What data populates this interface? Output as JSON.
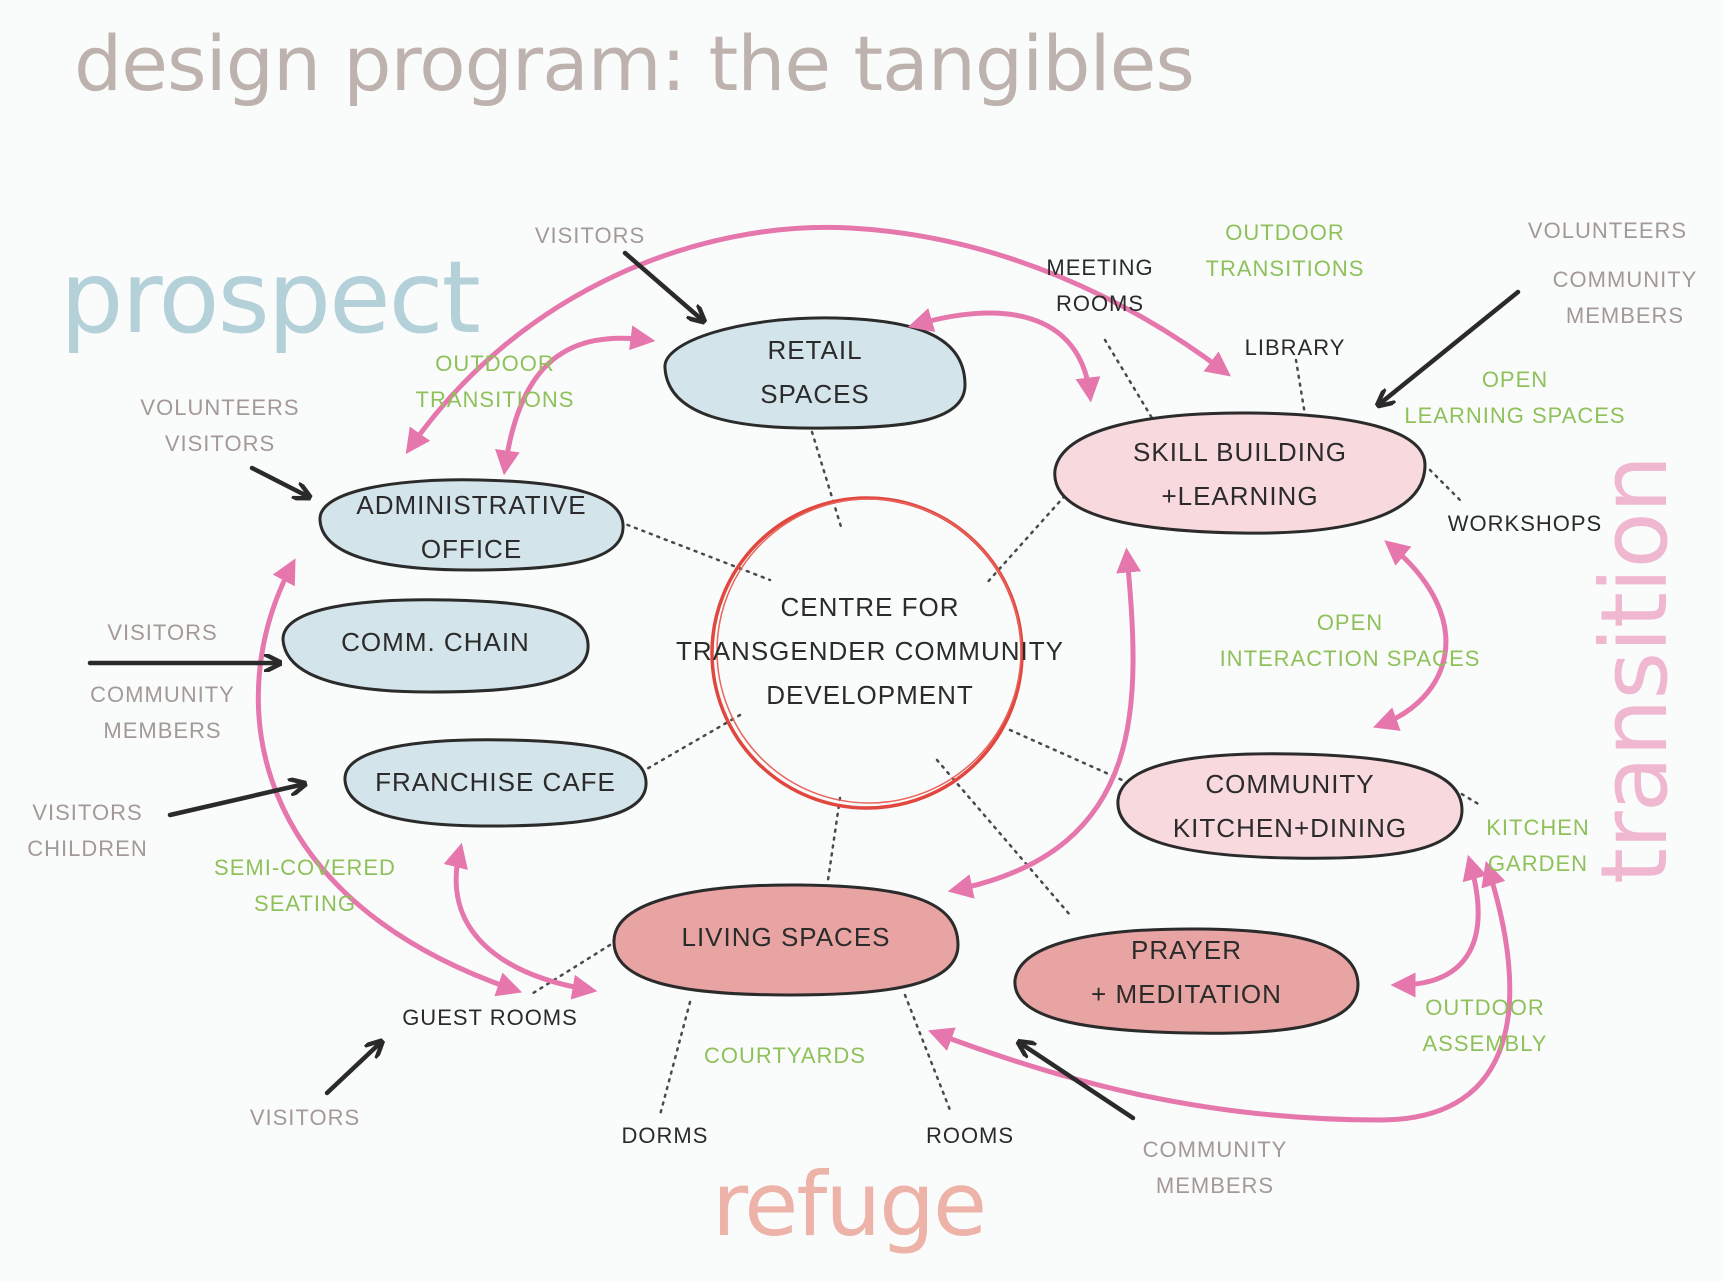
{
  "title": "design program: the tangibles",
  "zones": {
    "prospect": "prospect",
    "refuge": "refuge",
    "transition": "transition"
  },
  "center": {
    "line1": "CENTRE FOR",
    "line2": "TRANSGENDER COMMUNITY",
    "line3": "DEVELOPMENT"
  },
  "nodes": {
    "retail": {
      "line1": "RETAIL",
      "line2": "SPACES",
      "zone": "prospect"
    },
    "admin": {
      "line1": "ADMINISTRATIVE",
      "line2": "OFFICE",
      "zone": "prospect"
    },
    "comm_chain": {
      "line1": "COMM. CHAIN",
      "zone": "prospect"
    },
    "cafe": {
      "line1": "FRANCHISE CAFE",
      "zone": "prospect"
    },
    "skill": {
      "line1": "SKILL BUILDING",
      "line2": "+LEARNING",
      "zone": "transition"
    },
    "kitchen": {
      "line1": "COMMUNITY",
      "line2": "KITCHEN+DINING",
      "zone": "transition"
    },
    "living": {
      "line1": "LIVING SPACES",
      "zone": "refuge"
    },
    "prayer": {
      "line1": "PRAYER",
      "line2": "+ MEDITATION",
      "zone": "refuge"
    }
  },
  "sub_spaces": {
    "meeting_rooms": {
      "line1": "MEETING",
      "line2": "ROOMS"
    },
    "library": "LIBRARY",
    "workshops": "WORKSHOPS",
    "guest_rooms": "GUEST ROOMS",
    "dorms": "DORMS",
    "rooms": "ROOMS"
  },
  "outdoor_spaces": {
    "outdoor_transitions_left": {
      "line1": "OUTDOOR",
      "line2": "TRANSITIONS"
    },
    "outdoor_transitions_top": {
      "line1": "OUTDOOR",
      "line2": "TRANSITIONS"
    },
    "open_learning": {
      "line1": "OPEN",
      "line2": "LEARNING SPACES"
    },
    "open_interaction": {
      "line1": "OPEN",
      "line2": "INTERACTION SPACES"
    },
    "kitchen_garden": {
      "line1": "KITCHEN",
      "line2": "GARDEN"
    },
    "outdoor_assembly": {
      "line1": "OUTDOOR",
      "line2": "ASSEMBLY"
    },
    "courtyards": "COURTYARDS",
    "semi_covered": {
      "line1": "SEMI-COVERED",
      "line2": "SEATING"
    }
  },
  "actors": {
    "visitors_top": "VISITORS",
    "volunteers_visitors": {
      "line1": "VOLUNTEERS",
      "line2": "VISITORS"
    },
    "visitors_comm_chain": "VISITORS",
    "community_members_left": {
      "line1": "COMMUNITY",
      "line2": "MEMBERS"
    },
    "visitors_children": {
      "line1": "VISITORS",
      "line2": "CHILDREN"
    },
    "visitors_bottom": "VISITORS",
    "volunteers_right": "VOLUNTEERS",
    "community_members_right": {
      "line1": "COMMUNITY",
      "line2": "MEMBERS"
    },
    "community_members_bottom": {
      "line1": "COMMUNITY",
      "line2": "MEMBERS"
    }
  },
  "colors": {
    "title": "#bdb2ae",
    "prospect_fill": "#d3e4ea",
    "transition_fill": "#f8dade",
    "refuge_fill": "#e8a3a3",
    "flow_arrow": "#e677ad",
    "actor_arrow": "#2a2a2a",
    "center_ring": "#e0473f",
    "outdoor_text": "#8fc15a",
    "actor_text": "#a39996"
  }
}
